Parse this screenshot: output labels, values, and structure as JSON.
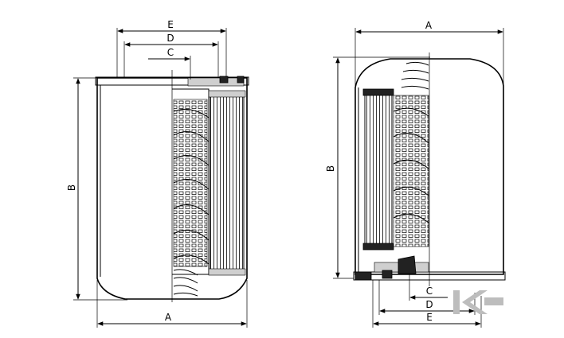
{
  "left_view": {
    "labels": {
      "a": "A",
      "b": "B",
      "c": "C",
      "d": "D",
      "e": "E"
    }
  },
  "right_view": {
    "labels": {
      "a": "A",
      "b": "B",
      "c": "C",
      "d": "D",
      "e": "E"
    }
  },
  "watermark": {
    "text": "K"
  }
}
